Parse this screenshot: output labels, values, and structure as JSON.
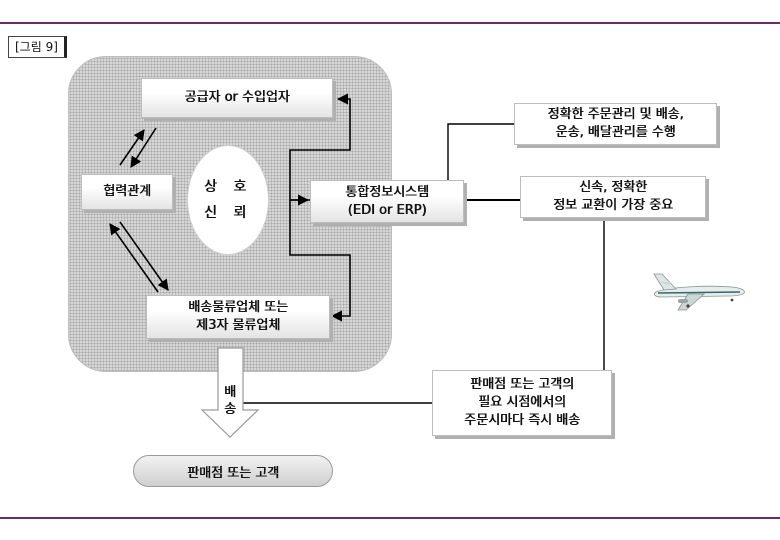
{
  "figure_label": "[그림 9]",
  "supplier_box": "공급자 or 수입업자",
  "cooperation_box": "협력관계",
  "mutual_trust": {
    "line1": "상 호",
    "line2": "신 뢰"
  },
  "integrated_system": {
    "line1": "통합정보시스템",
    "line2": "(EDI or ERP)"
  },
  "logistics_box": {
    "line1": "배송물류업체 또는",
    "line2": "제3자 물류업체"
  },
  "delivery_arrow": {
    "line1": "배",
    "line2": "송"
  },
  "retailer_oval": "판매점 또는 고객",
  "note_order": {
    "line1": "정확한 주문관리 및 배송,",
    "line2": "운송, 배달관리를 수행"
  },
  "note_info": {
    "line1": "신속, 정확한",
    "line2": "정보 교환이 가장 중요"
  },
  "note_delivery": {
    "line1": "판매점 또는 고객의",
    "line2": "필요 시점에서의",
    "line3": "주문시마다 즉시 배송"
  },
  "icons": {
    "airplane": "airplane-icon"
  },
  "colors": {
    "rule": "#6a2a6e",
    "panel": "#d6d6d6",
    "line": "#000000"
  }
}
